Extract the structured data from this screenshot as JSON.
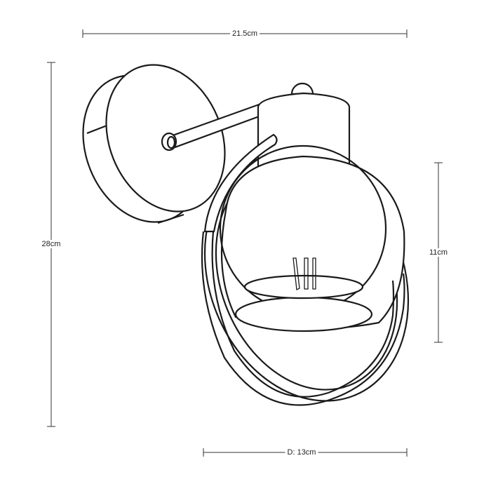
{
  "dimensions": {
    "width": "21.5cm",
    "height": "28cm",
    "shade_height": "11cm",
    "depth": "D: 13cm"
  },
  "line_color": "#1a1a1a"
}
